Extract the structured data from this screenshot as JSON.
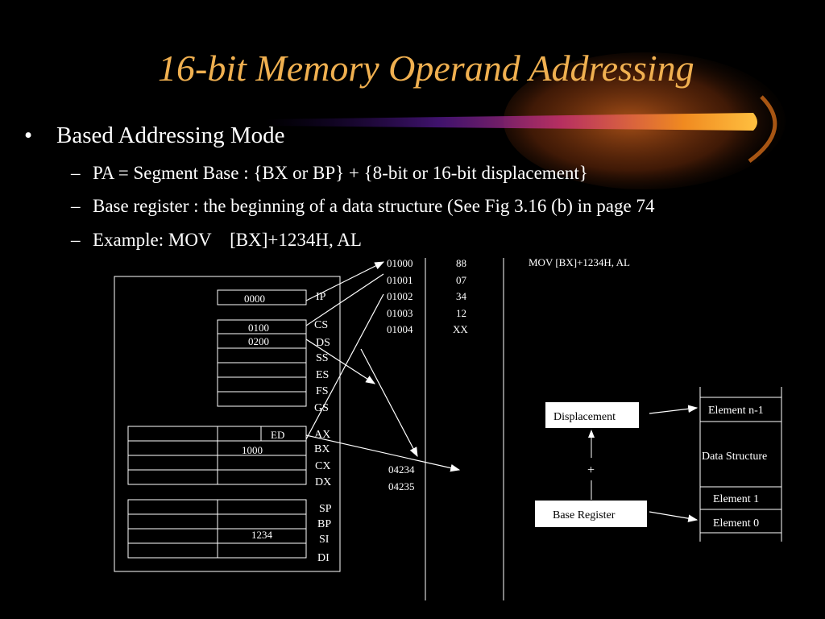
{
  "title": "16-bit Memory Operand Addressing",
  "colors": {
    "title": "#f0b050",
    "background": "#000000",
    "text": "#ffffff",
    "comet": "#f7a21a"
  },
  "bullets": {
    "main": "Based Addressing Mode",
    "sub": [
      "PA = Segment Base : {BX or BP} + {8-bit or 16-bit displacement}",
      "Base register : the beginning of a data structure (See Fig 3.16 (b) in page 74",
      "Example: MOV    [BX]+1234H, AL"
    ]
  },
  "registers": {
    "ip": {
      "name": "IP",
      "value": "0000"
    },
    "segments": [
      {
        "name": "CS",
        "value": "0100"
      },
      {
        "name": "DS",
        "value": "0200"
      },
      {
        "name": "SS",
        "value": ""
      },
      {
        "name": "ES",
        "value": ""
      },
      {
        "name": "FS",
        "value": ""
      },
      {
        "name": "GS",
        "value": ""
      }
    ],
    "general": [
      {
        "name": "AX",
        "value": "ED"
      },
      {
        "name": "BX",
        "value": "1000"
      },
      {
        "name": "CX",
        "value": ""
      },
      {
        "name": "DX",
        "value": ""
      }
    ],
    "pointers": [
      {
        "name": "SP",
        "value": ""
      },
      {
        "name": "BP",
        "value": ""
      },
      {
        "name": "SI",
        "value": "1234"
      },
      {
        "name": "DI",
        "value": ""
      }
    ]
  },
  "memory": {
    "rows": [
      {
        "address": "01000",
        "value": "88"
      },
      {
        "address": "01001",
        "value": "07"
      },
      {
        "address": "01002",
        "value": "34"
      },
      {
        "address": "01003",
        "value": "12"
      },
      {
        "address": "01004",
        "value": "XX"
      }
    ],
    "target_rows": [
      {
        "address": "04234",
        "value": ""
      },
      {
        "address": "04235",
        "value": ""
      }
    ]
  },
  "instruction": "MOV [BX]+1234H, AL",
  "diagram": {
    "displacement": "Displacement",
    "plus": "+",
    "base_register": "Base Register",
    "structure": [
      "Element n-1",
      "Data Structure",
      "Element 1",
      "Element 0"
    ]
  }
}
